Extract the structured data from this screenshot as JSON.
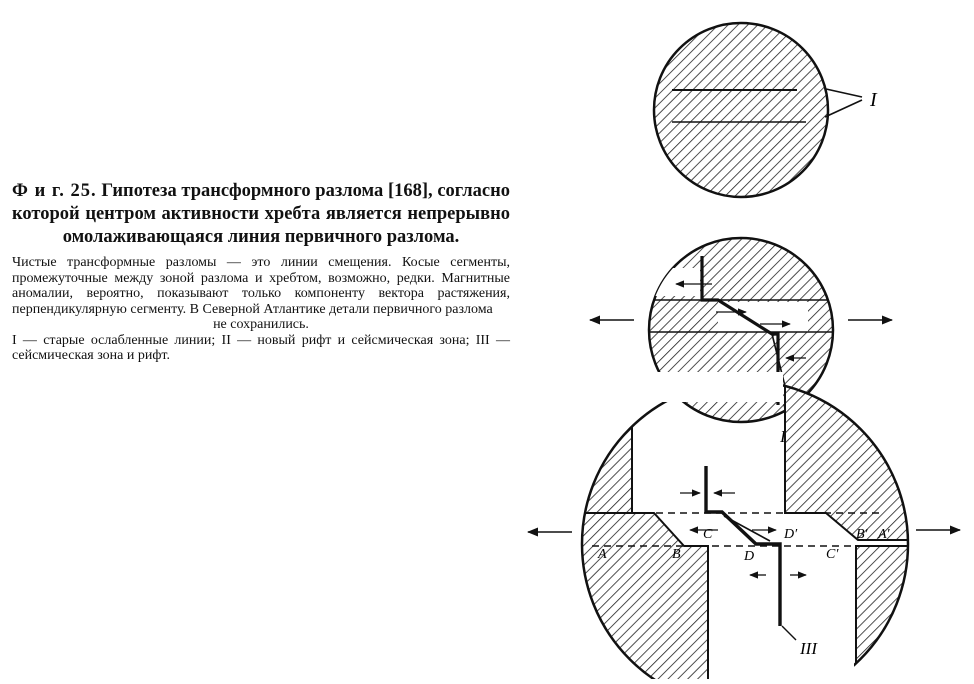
{
  "caption": {
    "lead": "Ф и г. 25.",
    "title_rest": "Гипотеза трансформного разлома [168], согласно которой центром активности хребта является непрерывно омолаживающаяся линия первичного разлома.",
    "body_1": "Чистые трансформные разломы — это линии смещения. Косые сегменты, промежуточные между зоной разлома и хребтом, возможно, редки. Магнитные аномалии, вероятно, показывают только компоненту вектора растяжения, перпендикулярную сегменту. В Северной Атлантике детали первичного разлома",
    "body_2": "не сохранились.",
    "legend": "I — старые ослабленные линии; II — новый рифт и сейсмическая зона; III — сейсмическая зона и рифт."
  },
  "figure": {
    "label_I": "I",
    "label_II": "II",
    "label_III": "III",
    "points": {
      "A": "A",
      "B": "B",
      "C": "C",
      "D": "D",
      "A_prime": "A′",
      "B_prime": "B′",
      "C_prime": "C′",
      "D_prime": "D′"
    }
  },
  "colors": {
    "ink": "#111111",
    "background": "#ffffff"
  }
}
